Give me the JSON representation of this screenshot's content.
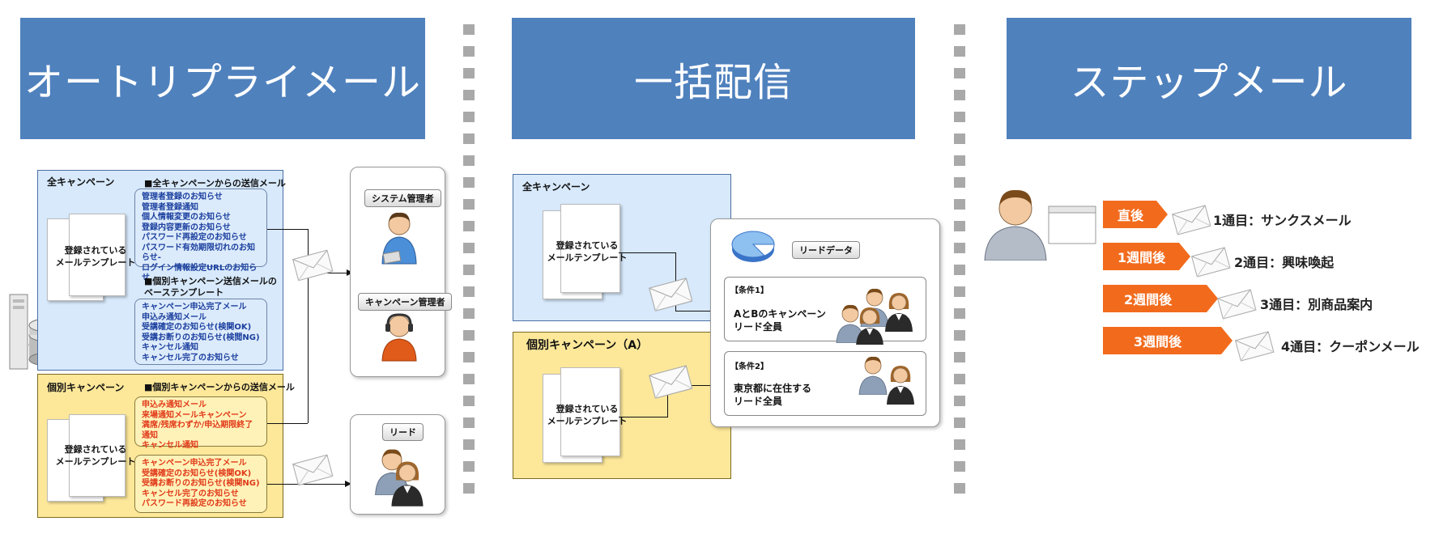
{
  "headers": {
    "auto_reply": "オートリプライメール",
    "bulk": "一括配信",
    "step": "ステップメール"
  },
  "auto": {
    "all_campaign_title": "全キャンペーン",
    "all_list_title": "■全キャンペーンからの送信メール",
    "all_list_items": [
      "管理者登録のお知らせ",
      "管理者登録通知",
      "個人情報変更のお知らせ",
      "登録内容更新のお知らせ",
      "パスワード再設定のお知らせ",
      "パスワード有効期限切れのお知らせ-",
      "ログイン情報設定URLのお知らせ"
    ],
    "base_list_title": "■個別キャンペーン送信メールの\nベーステンプレート",
    "base_list_items": [
      "キャンペーン申込完了メール",
      "申込み通知メール",
      "受講確定のお知らせ(検関OK)",
      "受講お断りのお知らせ(検閲NG)",
      "キャンセル通知",
      "キャンセル完了のお知らせ"
    ],
    "template_label": "登録されている\nメールテンプレート",
    "indiv_campaign_title": "個別キャンペーン",
    "indiv_list_title": "■個別キャンペーンからの送信メール",
    "indiv_list1_items": [
      "申込み通知メール",
      "来場通知メールキャンペーン",
      "満席/残席わずか/申込期限終了通知",
      "キャンセル通知"
    ],
    "indiv_list2_items": [
      "キャンペーン申込完了メール",
      "受講確定のお知らせ(検関OK)",
      "受講お断りのお知らせ(検関NG)",
      "キャンセル完了のお知らせ",
      "パスワード再設定のお知らせ"
    ],
    "system_admin": "システム管理者",
    "campaign_admin": "キャンペーン管理者",
    "lead": "リード"
  },
  "bulk": {
    "all_campaign_title": "全キャンペーン",
    "template_label": "登録されている\nメールテンプレート",
    "indiv_campaign_title": "個別キャンペーン（A）",
    "lead_data": "リードデータ",
    "cond1_tag": "【条件1】",
    "cond1_text": "AとBのキャンペーン\nリード全員",
    "cond2_tag": "【条件2】",
    "cond2_text": "東京都に在住する\nリード全員"
  },
  "step": {
    "steps": [
      {
        "timing": "直後",
        "label": "1通目：サンクスメール"
      },
      {
        "timing": "1週間後",
        "label": "2通目：興味喚起"
      },
      {
        "timing": "2週間後",
        "label": "3通目：別商品案内"
      },
      {
        "timing": "3週間後",
        "label": "4通目：クーポンメール"
      }
    ]
  },
  "colors": {
    "header": "#4f81bd",
    "blue_panel": "#d7e9fb",
    "yellow_panel": "#fde89a",
    "step_arrow": "#f26b1d"
  }
}
